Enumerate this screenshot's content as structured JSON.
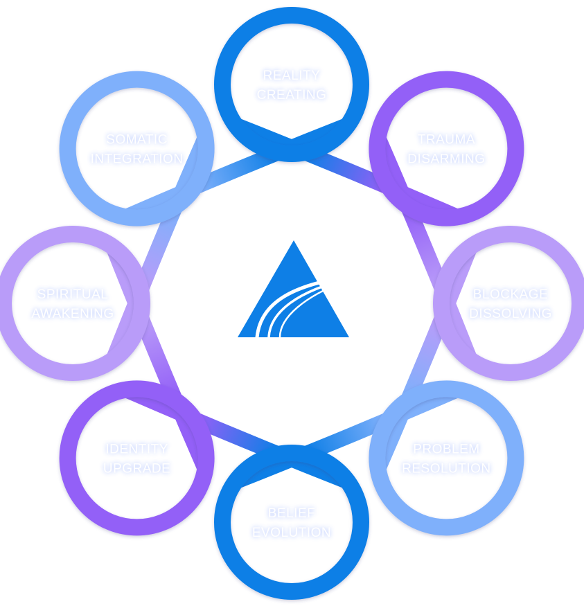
{
  "nodes": [
    {
      "id": "reality-creating",
      "lines": [
        "REALITY",
        "CREATING"
      ],
      "color": "#0e7fe6"
    },
    {
      "id": "trauma-disarming",
      "lines": [
        "TRAUMA",
        "DISARMING"
      ],
      "color": "#9360f7"
    },
    {
      "id": "blockage-dissolving",
      "lines": [
        "BLOCKAGE",
        "DISSOLVING"
      ],
      "color": "#b99cf9"
    },
    {
      "id": "problem-resolution",
      "lines": [
        "PROBLEM",
        "RESOLUTION"
      ],
      "color": "#7fb0fb"
    },
    {
      "id": "belief-evolution",
      "lines": [
        "BELIEF",
        "EVOLUTION"
      ],
      "color": "#0e7fe6"
    },
    {
      "id": "identity-upgrade",
      "lines": [
        "IDENTITY",
        "UPGRADE"
      ],
      "color": "#9360f7"
    },
    {
      "id": "spiritual-awakening",
      "lines": [
        "SPIRITUAL",
        "AWAKENING"
      ],
      "color": "#b99cf9"
    },
    {
      "id": "somatic-integration",
      "lines": [
        "SOMATIC",
        "INTEGRATION"
      ],
      "color": "#7fb0fb"
    }
  ],
  "logo": {
    "icon": "triangle-road-logo-icon",
    "color": "#0e7fe6"
  }
}
